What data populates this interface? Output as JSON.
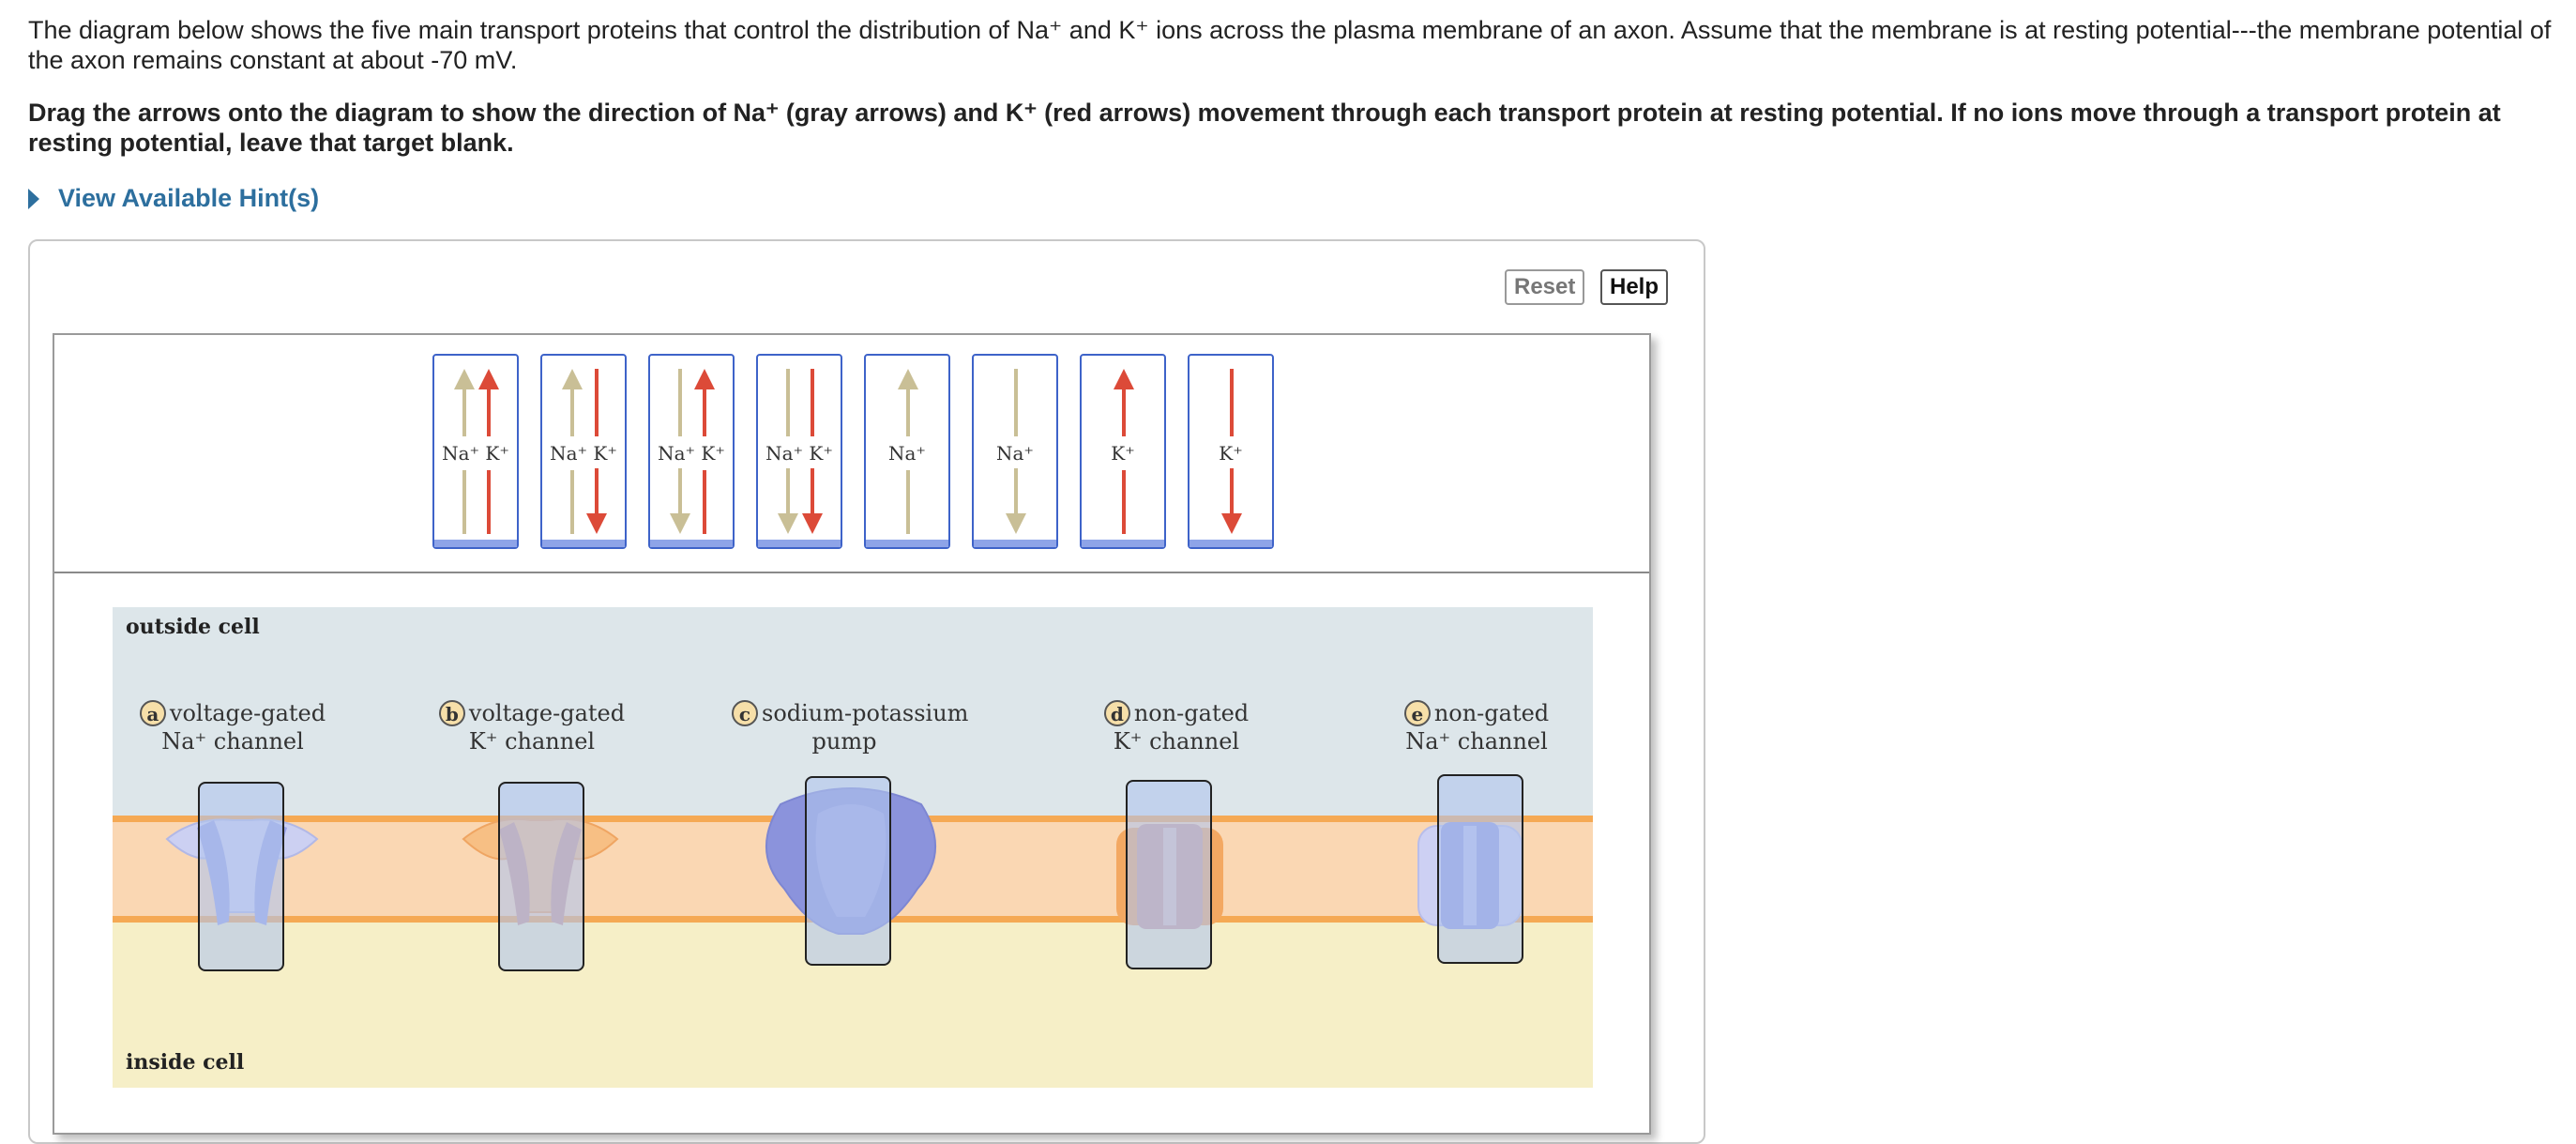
{
  "intro": {
    "text": "The diagram below shows the five main transport proteins that control the distribution of Na⁺ and K⁺ ions across the plasma membrane of an axon. Assume that the membrane is at resting potential---the membrane potential of the axon remains constant at about -70 mV."
  },
  "instructions": {
    "text": "Drag the arrows onto the diagram to show the direction of Na⁺ (gray arrows) and K⁺ (red arrows) movement through each transport protein at resting potential. If no ions move through a transport protein at resting potential, leave that target blank."
  },
  "hint": {
    "label": "View Available Hint(s)"
  },
  "buttons": {
    "reset": "Reset",
    "help": "Help"
  },
  "colors": {
    "na_arrow": "#c9bf96",
    "k_arrow": "#dc4a38",
    "tile_border": "#3e63c9"
  },
  "tiles": [
    {
      "label": "Na⁺ K⁺",
      "na": "up",
      "k": "up"
    },
    {
      "label": "Na⁺ K⁺",
      "na": "up",
      "k": "down"
    },
    {
      "label": "Na⁺ K⁺",
      "na": "down",
      "k": "up"
    },
    {
      "label": "Na⁺ K⁺",
      "na": "down",
      "k": "down"
    },
    {
      "label": "Na⁺",
      "na": "up",
      "k": null
    },
    {
      "label": "Na⁺",
      "na": "down",
      "k": null
    },
    {
      "label": "K⁺",
      "na": null,
      "k": "up"
    },
    {
      "label": "K⁺",
      "na": null,
      "k": "down"
    }
  ],
  "diagram": {
    "outside_label": "outside cell",
    "inside_label": "inside cell",
    "proteins": [
      {
        "letter": "a",
        "line1": "voltage-gated",
        "line2": "Na⁺ channel"
      },
      {
        "letter": "b",
        "line1": "voltage-gated",
        "line2": "K⁺ channel"
      },
      {
        "letter": "c",
        "line1": "sodium-potassium",
        "line2": "pump"
      },
      {
        "letter": "d",
        "line1": "non-gated",
        "line2": "K⁺ channel"
      },
      {
        "letter": "e",
        "line1": "non-gated",
        "line2": "Na⁺ channel"
      }
    ]
  }
}
